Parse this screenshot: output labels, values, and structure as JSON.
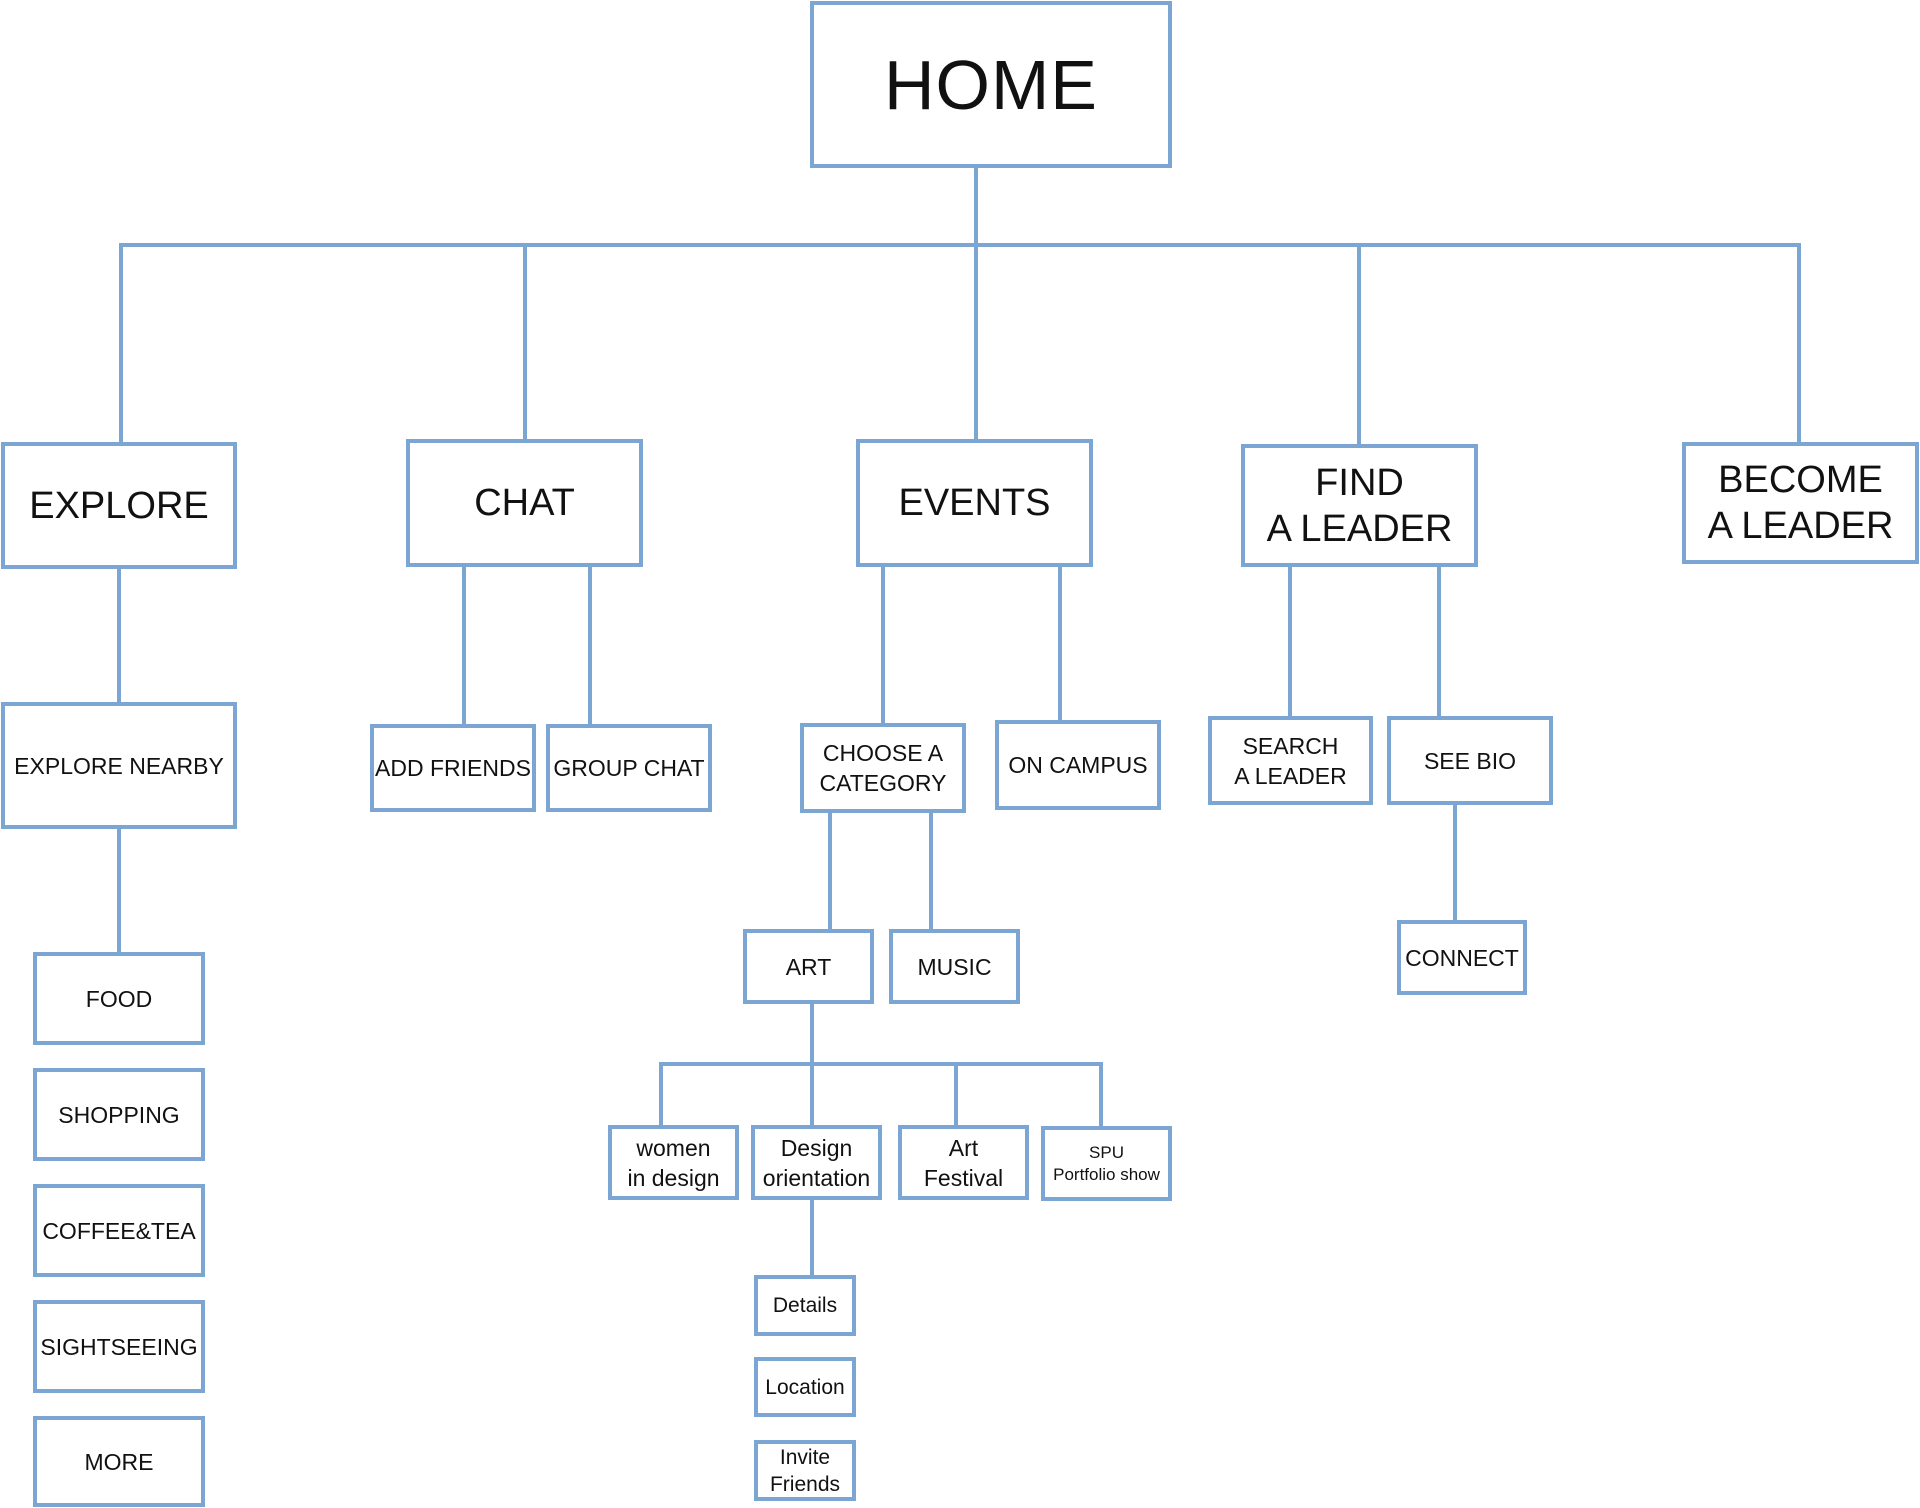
{
  "colors": {
    "line": "#7ba6d3",
    "box_border": "#7ba6d3",
    "text": "#111111",
    "background": "#ffffff"
  },
  "nodes": {
    "home": "HOME",
    "explore": "EXPLORE",
    "chat": "CHAT",
    "events": "EVENTS",
    "find_leader": "FIND\nA LEADER",
    "become_leader": "BECOME\nA LEADER",
    "explore_nearby": "EXPLORE NEARBY",
    "food": "FOOD",
    "shopping": "SHOPPING",
    "coffee_tea": "COFFEE&TEA",
    "sightseeing": "SIGHTSEEING",
    "more": "MORE",
    "add_friends": "ADD FRIENDS",
    "group_chat": "GROUP CHAT",
    "choose_category": "CHOOSE A\nCATEGORY",
    "on_campus": "ON CAMPUS",
    "art": "ART",
    "music": "MUSIC",
    "women_in_design": "women\nin design",
    "design_orientation": "Design\norientation",
    "art_festival": "Art\nFestival",
    "spu_portfolio": "SPU\nPortfolio show",
    "details": "Details",
    "location": "Location",
    "invite_friends": "Invite\nFriends",
    "search_leader": "SEARCH\nA LEADER",
    "see_bio": "SEE BIO",
    "connect": "CONNECT"
  }
}
